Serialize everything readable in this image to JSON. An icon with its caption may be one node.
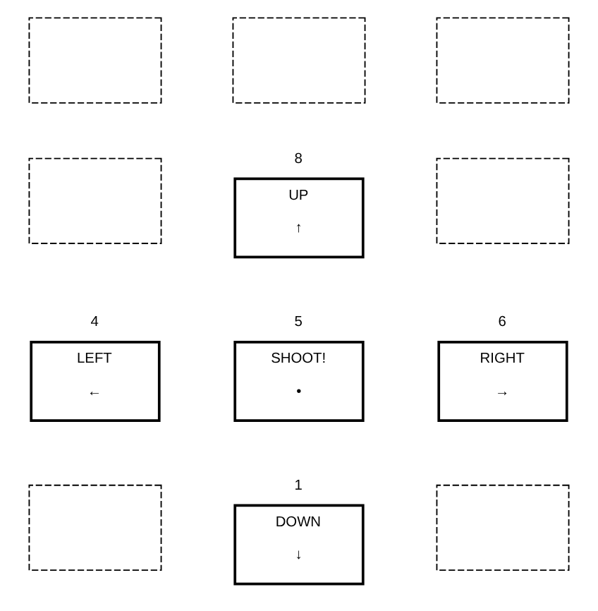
{
  "diagram": {
    "nodes": [
      {
        "text": [],
        "shape": "box"
      },
      {
        "text": [],
        "shape": "box"
      },
      {
        "text": [],
        "shape": "box"
      },
      {
        "text": [],
        "shape": "box"
      },
      {
        "text": [
          "UP",
          "↑"
        ],
        "beside": [
          "8"
        ]
      },
      {
        "text": [],
        "shape": "box"
      },
      {
        "text": [
          "LEFT",
          "←"
        ],
        "beside": [
          "4"
        ]
      },
      {
        "text": [
          "SHOOT!",
          "•"
        ],
        "beside": [
          "5"
        ]
      },
      {
        "text": [
          "RIGHT",
          "→"
        ],
        "beside": [
          "6"
        ]
      },
      {
        "text": [],
        "shape": "box"
      },
      {
        "text": [
          "DOWN",
          "↓"
        ],
        "beside": [
          "1"
        ]
      },
      {
        "text": [],
        "shape": "box"
      }
    ],
    "edges": []
  }
}
